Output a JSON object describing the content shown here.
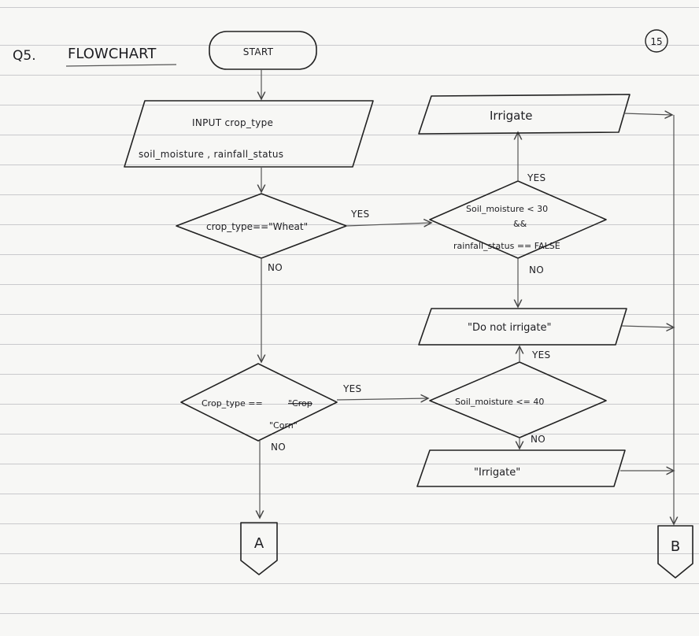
{
  "header": {
    "question": "Q5.",
    "title": "FLOWCHART",
    "page_number": "15"
  },
  "nodes": {
    "start": "START",
    "input_line1": "INPUT  crop_type",
    "input_line2": "soil_moisture , rainfall_status",
    "decision_wheat": "crop_type==\"Wheat\"",
    "decision_corn_a": "Crop_type ==",
    "decision_corn_b": "\"Crop",
    "decision_corn_c": "\"Corn\"",
    "decision_soil30_a": "Soil_moisture < 30",
    "decision_soil30_b": "&&",
    "decision_soil30_c": "rainfall_status == FALSE",
    "decision_soil40": "Soil_moisture <= 40",
    "output_irrigate_1": "Irrigate",
    "output_do_not": "\"Do not irrigate\"",
    "output_irrigate_2": "\"Irrigate\"",
    "connector_a": "A",
    "connector_b": "B"
  },
  "edge_labels": {
    "yes": "YES",
    "no": "NO"
  }
}
